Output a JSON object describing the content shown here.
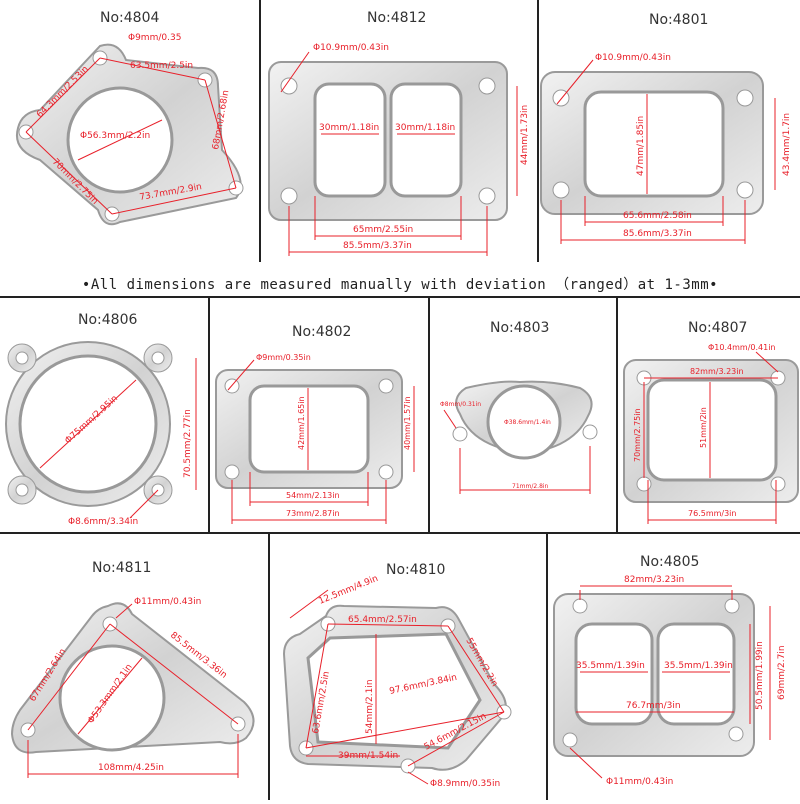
{
  "note": "•All dimensions are measured manually with deviation （ranged）at 1-3mm•",
  "colors": {
    "dim": "#e8202a",
    "metal_light": "#e4e4e4",
    "metal_dark": "#8a8a8a",
    "divider": "#222222"
  },
  "gaskets": [
    {
      "id": "g4804",
      "model": "No:4804",
      "dims": [
        "Φ9mm/0.35",
        "63.5mm/2.5in",
        "64.3mm/2.53in",
        "Φ56.3mm/2.2in",
        "68mm/2.68in",
        "70mm/2.75in",
        "73.7mm/2.9in"
      ]
    },
    {
      "id": "g4812",
      "model": "No:4812",
      "dims": [
        "Φ10.9mm/0.43in",
        "30mm/1.18in",
        "30mm/1.18in",
        "44mm/1.73in",
        "65mm/2.55in",
        "85.5mm/3.37in"
      ]
    },
    {
      "id": "g4801",
      "model": "No:4801",
      "dims": [
        "Φ10.9mm/0.43in",
        "47mm/1.85in",
        "43.4mm/1.7in",
        "65.6mm/2.58in",
        "85.6mm/3.37in"
      ]
    },
    {
      "id": "g4806",
      "model": "No:4806",
      "dims": [
        "Φ75mm/2.95in",
        "70.5mm/2.77in",
        "Φ8.6mm/3.34in"
      ]
    },
    {
      "id": "g4802",
      "model": "No:4802",
      "dims": [
        "Φ9mm/0.35in",
        "42mm/1.65in",
        "40mm/1.57in",
        "54mm/2.13in",
        "73mm/2.87in"
      ]
    },
    {
      "id": "g4803",
      "model": "No:4803",
      "dims": [
        "Φ8mm/0.31in",
        "Φ38.6mm/1.4in",
        "71mm/2.8in"
      ]
    },
    {
      "id": "g4807",
      "model": "No:4807",
      "dims": [
        "Φ10.4mm/0.41in",
        "82mm/3.23in",
        "70mm/2.75in",
        "51mm/2in",
        "76.5mm/3in"
      ]
    },
    {
      "id": "g4811",
      "model": "No:4811",
      "dims": [
        "Φ11mm/0.43in",
        "67mm/2.64in",
        "85.5mm/3.36in",
        "Φ53.3mm/2.1in",
        "108mm/4.25in"
      ]
    },
    {
      "id": "g4810",
      "model": "No:4810",
      "dims": [
        "12.5mm/4.9in",
        "65.4mm/2.57in",
        "55mm/2.2in",
        "97.6mm/3.84in",
        "63.6mm/2.5in",
        "54mm/2.1in",
        "54.6mm/2.15in",
        "39mm/1.54in",
        "Φ8.9mm/0.35in"
      ]
    },
    {
      "id": "g4805",
      "model": "No:4805",
      "dims": [
        "82mm/3.23in",
        "35.5mm/1.39in",
        "35.5mm/1.39in",
        "50.5mm/1.99in",
        "69mm/2.7in",
        "76.7mm/3in",
        "Φ11mm/0.43in"
      ]
    }
  ]
}
